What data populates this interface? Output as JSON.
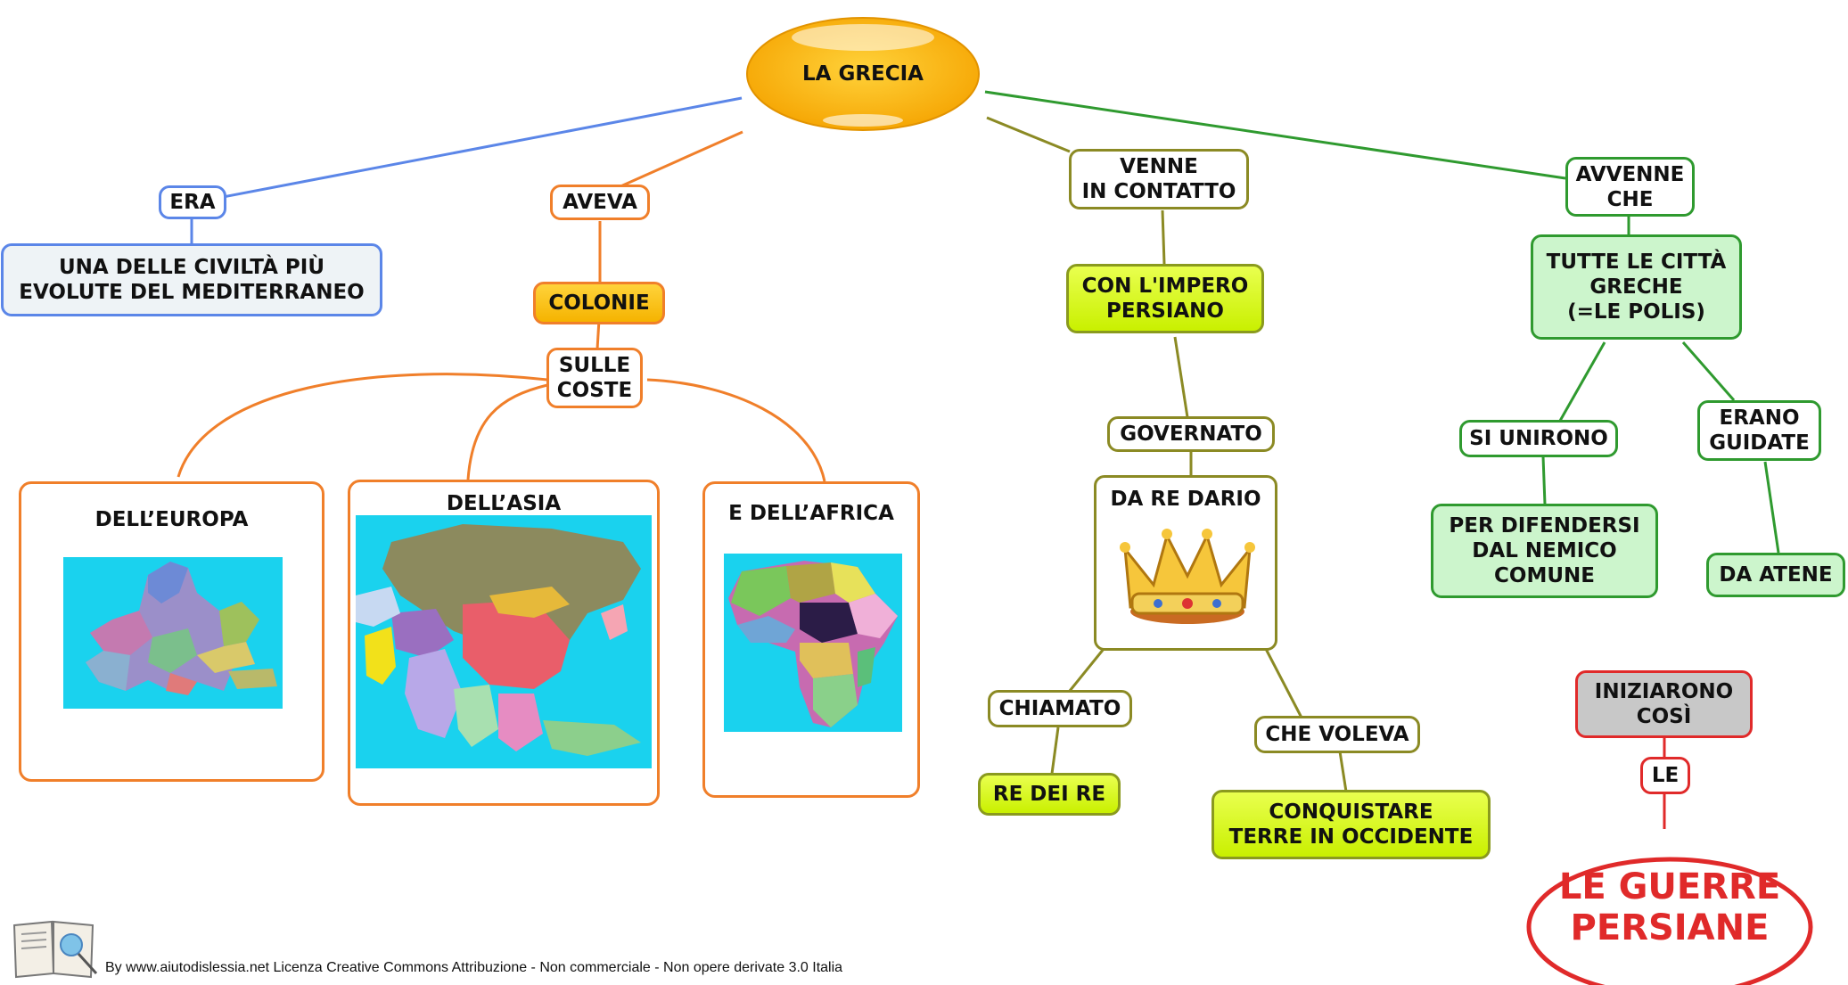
{
  "root": {
    "label": "LA GRECIA"
  },
  "branch_era": {
    "link": "ERA",
    "text": "UNA DELLE CIVILTÀ PIÙ\nEVOLUTE DEL MEDITERRANEO"
  },
  "branch_aveva": {
    "link": "AVEVA",
    "colonie": "COLONIE",
    "sulle_coste": "SULLE\nCOSTE",
    "europa": "DELL’EUROPA",
    "asia": "DELL’ASIA",
    "africa": "E DELL’AFRICA"
  },
  "branch_contatto": {
    "link": "VENNE\nIN CONTATTO",
    "impero": "CON L'IMPERO\nPERSIANO",
    "governato": "GOVERNATO",
    "dario": "DA RE DARIO",
    "chiamato": "CHIAMATO",
    "re_dei_re": "RE DEI RE",
    "che_voleva": "CHE VOLEVA",
    "conquistare": "CONQUISTARE\nTERRE IN OCCIDENTE"
  },
  "branch_avvenne": {
    "link": "AVVENNE\nCHE",
    "polis": "TUTTE LE CITTÀ\nGRECHE\n(=LE POLIS)",
    "si_unirono": "SI UNIRONO",
    "difendersi": "PER DIFENDERSI\nDAL NEMICO\nCOMUNE",
    "erano_guidate": "ERANO\nGUIDATE",
    "da_atene": "DA ATENE"
  },
  "ending": {
    "iniziarono": "INIZIARONO\nCOSÌ",
    "le": "LE",
    "guerre": "LE GUERRE\nPERSIANE"
  },
  "footer": "By www.aiutodislessia.net Licenza Creative Commons Attribuzione - Non commerciale - Non opere derivate 3.0 Italia",
  "icons": [
    "crown-icon",
    "book-logo-icon"
  ],
  "colors": {
    "blue": "#5b86e8",
    "orange": "#f07f2a",
    "olive": "#8b8a24",
    "green": "#2f9a2f",
    "red": "#e02a2a",
    "sea": "#1ad2ee"
  }
}
